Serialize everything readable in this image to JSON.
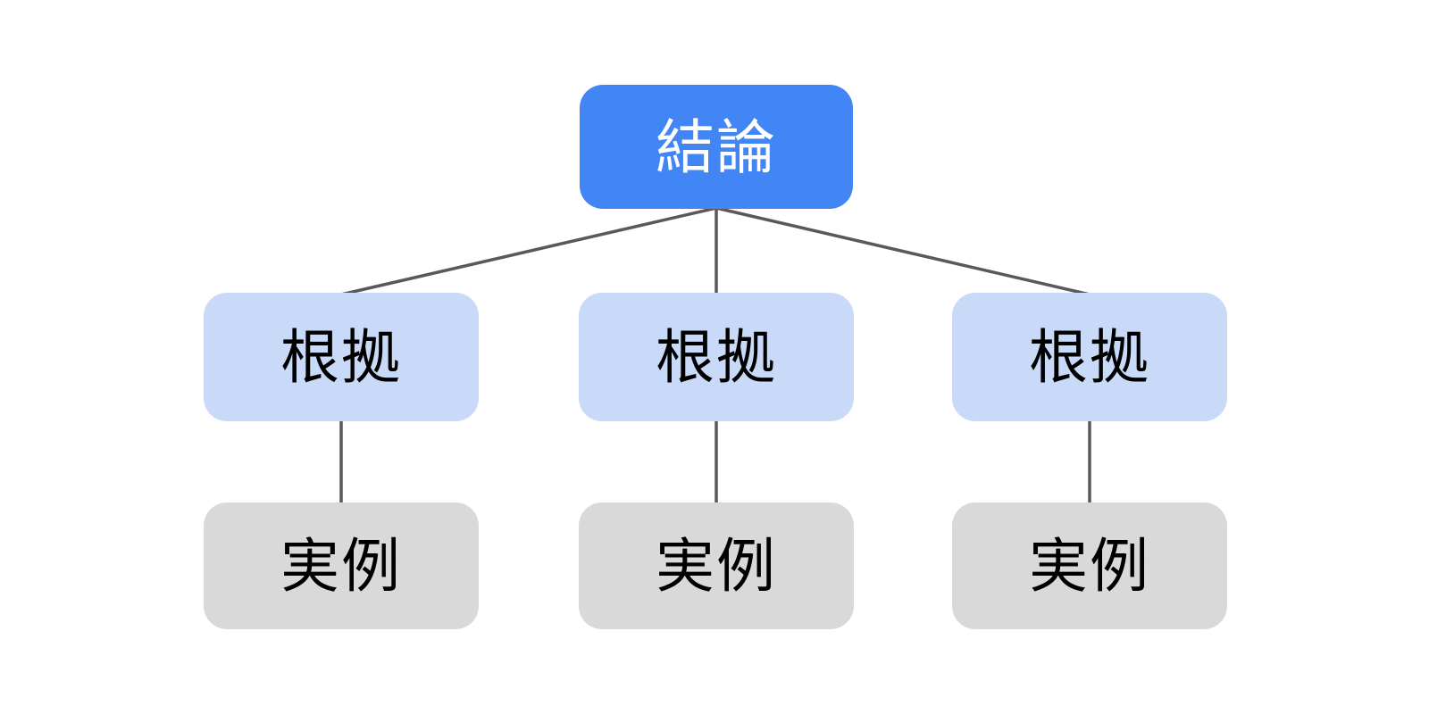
{
  "colors": {
    "canvas-bg": "#FFFFFF",
    "conclusion-fill": "#4285F4",
    "conclusion-text": "#FFFFFF",
    "evidence-fill": "#C9DAF8",
    "example-fill": "#D9D9D9",
    "node-text": "#000000",
    "connector": "#595959"
  },
  "nodes": {
    "conclusion": {
      "label": "結論"
    },
    "evidence": [
      {
        "label": "根拠"
      },
      {
        "label": "根拠"
      },
      {
        "label": "根拠"
      }
    ],
    "examples": [
      {
        "label": "実例"
      },
      {
        "label": "実例"
      },
      {
        "label": "実例"
      }
    ]
  }
}
